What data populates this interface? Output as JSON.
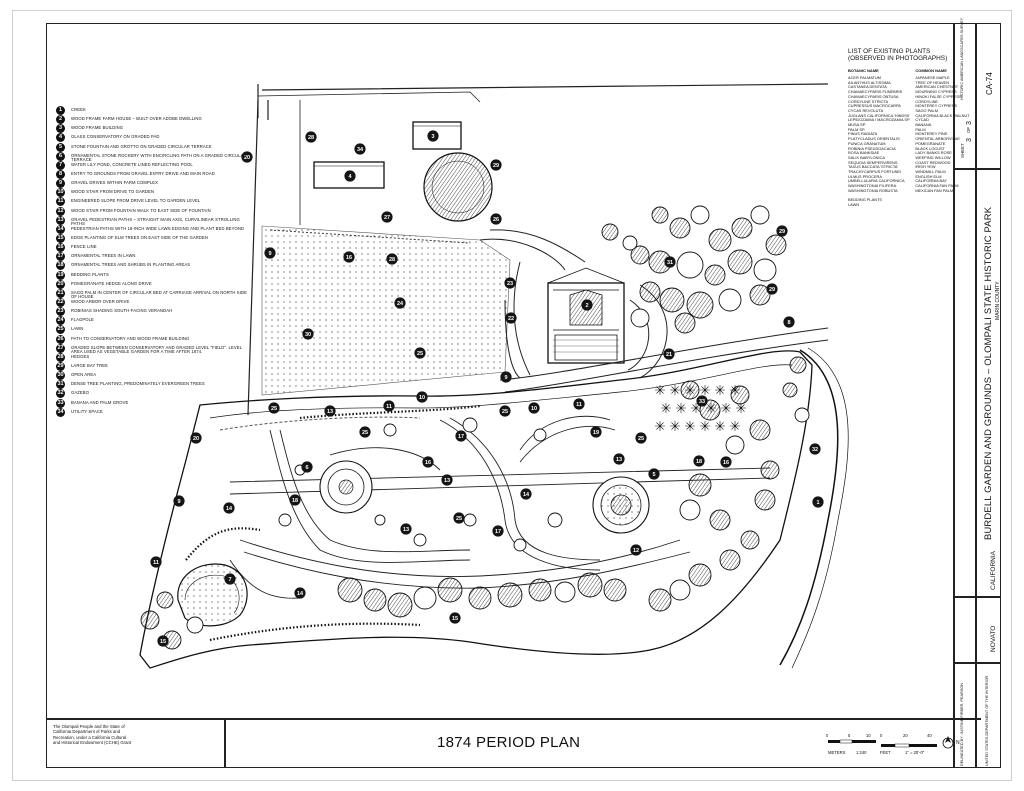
{
  "title": "1874 PERIOD PLAN",
  "credit_text": "The Olompali People and the State of California Department of Parks and Recreation, under a California Cultural and Historical Endowment (CCHE) Grant",
  "legend": [
    {
      "n": "1",
      "t": "CREEK"
    },
    {
      "n": "2",
      "t": "WOOD FRAME FARM HOUSE – BUILT OVER ADOBE DWELLING"
    },
    {
      "n": "3",
      "t": "WOOD FRAME BUILDING"
    },
    {
      "n": "4",
      "t": "GLASS CONSERVATORY ON GRADED PAD"
    },
    {
      "n": "5",
      "t": "STONE FOUNTAIN AND GROTTO ON GRADED CIRCULAR TERRACE"
    },
    {
      "n": "6",
      "t": "ORNAMENTAL STONE ROCKERY WITH ENCIRCLING PATH ON A GRADED CIRCULAR TERRACE"
    },
    {
      "n": "7",
      "t": "WATER LILY POND, CONCRETE LINED REFLECTING POOL"
    },
    {
      "n": "8",
      "t": "ENTRY TO GROUNDS FROM GRAVEL ENTRY DRIVE AND MAIN ROAD"
    },
    {
      "n": "9",
      "t": "GRAVEL DRIVES WITHIN FARM COMPLEX"
    },
    {
      "n": "10",
      "t": "WOOD STAIR FROM DRIVE TO GARDEN"
    },
    {
      "n": "11",
      "t": "ENGINEERED SLOPE FROM DRIVE LEVEL TO GARDEN LEVEL"
    },
    {
      "n": "12",
      "t": "WOOD STAIR FROM FOUNTAIN WALK TO EAST SIDE OF FOUNTAIN"
    },
    {
      "n": "13",
      "t": "GRAVEL PEDESTRIAN PATHS – STRAIGHT MAIN AXIS, CURVILINEAR STROLLING PATHS"
    },
    {
      "n": "14",
      "t": "PEDESTRIAN PATHS WITH 18-INCH WIDE LAWN EDGING AND PLANT BED BEYOND"
    },
    {
      "n": "15",
      "t": "EDGE PLANTING OF ELM TREES ON EAST SIDE OF THE GARDEN"
    },
    {
      "n": "16",
      "t": "FENCE LINE"
    },
    {
      "n": "17",
      "t": "ORNAMENTAL TREES IN LAWN"
    },
    {
      "n": "18",
      "t": "ORNAMENTAL TREES AND SHRUBS IN PLANTING AREAS"
    },
    {
      "n": "19",
      "t": "BEDDING PLANTS"
    },
    {
      "n": "20",
      "t": "POMEGRANATE HEDGE ALONG DRIVE"
    },
    {
      "n": "21",
      "t": "SAGO PALM IN CENTER OF CIRCULAR BED AT CARRIAGE ARRIVAL ON NORTH SIDE OF HOUSE"
    },
    {
      "n": "22",
      "t": "WOOD ARBOR OVER DRIVE"
    },
    {
      "n": "23",
      "t": "ROBINIAS SHADING SOUTH-FACING VERANDAH"
    },
    {
      "n": "24",
      "t": "FLAGPOLE"
    },
    {
      "n": "25",
      "t": "LAWN"
    },
    {
      "n": "26",
      "t": "PATH TO CONSERVATORY AND WOOD FRAME BUILDING"
    },
    {
      "n": "27",
      "t": "GRADED SLOPE BETWEEN CONSERVATORY AND GRADED LEVEL \"FIELD\". LEVEL AREA USED AS VEGETABLE GARDEN FOR A TIME AFTER 1874."
    },
    {
      "n": "28",
      "t": "HEDGES"
    },
    {
      "n": "29",
      "t": "LARGE BAY TREE"
    },
    {
      "n": "30",
      "t": "OPEN AREA"
    },
    {
      "n": "31",
      "t": "DENSE TREE PLANTING, PREDOMINATELY EVERGREEN TREES"
    },
    {
      "n": "32",
      "t": "GAZEBO"
    },
    {
      "n": "33",
      "t": "BANANA AND PALM GROVE"
    },
    {
      "n": "34",
      "t": "UTILITY SPACE"
    }
  ],
  "plant_list": {
    "title_line1": "LIST OF EXISTING PLANTS",
    "title_line2": "(OBSERVED IN PHOTOGRAPHS)",
    "col1_head": "BOTANIC NAME",
    "col2_head": "COMMON NAME",
    "rows": [
      [
        "ACER PALMATUM",
        "JAPANESE MAPLE"
      ],
      [
        "AILANTHUS ALTISSIMA",
        "TREE OF HEAVEN"
      ],
      [
        "CASTANEA DENTATA",
        "AMERICAN CHESTNUT"
      ],
      [
        "CHAMAECYPARIS FUNEBRIS",
        "MOURNING CYPRESS"
      ],
      [
        "CHAMAECYPARIS OBTUSA",
        "HINOKI FALSE CYPRESS"
      ],
      [
        "CORDYLINE STRICTA",
        "CORDYLINE"
      ],
      [
        "CUPRESSUS MACROCARPA",
        "MONTEREY CYPRESS"
      ],
      [
        "CYCAS REVOLUTA",
        "SAGO PALM"
      ],
      [
        "JUGLANS CALIFORNICA 'HINDSII'",
        "CALIFORNIA BLACK WALNUT"
      ],
      [
        "LEPIDOZAMIA / MACROZAMIA SP.",
        "CYCAD"
      ],
      [
        "MUSA SP.",
        "BANANA"
      ],
      [
        "PALM SP.",
        "PALM"
      ],
      [
        "PINUS RADIATA",
        "MONTEREY PINE"
      ],
      [
        "PLATYCLADUS ORIENTALIS",
        "ORIENTAL ARBORVITAE"
      ],
      [
        "PUNICA GRANATUM",
        "POMEGRANATE"
      ],
      [
        "ROBINIA PSEUDOACACIA",
        "BLACK LOCUST"
      ],
      [
        "ROSA BANKSIAE",
        "LADY BANKS ROSE"
      ],
      [
        "SALIX BABYLONICA",
        "WEEPING WILLOW"
      ],
      [
        "SEQUOIA SEMPERVIRENS",
        "COAST REDWOOD"
      ],
      [
        "TAXUS BACCATA 'STRICTA'",
        "IRISH YEW"
      ],
      [
        "TRACHYCARPUS FORTUNEI",
        "WINDMILL PALM"
      ],
      [
        "ULMUS PROCERA",
        "ENGLISH ELM"
      ],
      [
        "UMBELLULARIA CALIFORNICA",
        "CALIFORNIA BAY"
      ],
      [
        "WASHINGTONIA FILIFERA",
        "CALIFORNIA FAN PALM"
      ],
      [
        "WASHINGTONIA ROBUSTA",
        "MEXICAN FAN PALM"
      ],
      [
        "",
        ""
      ],
      [
        "BEDDING PLANTS",
        ""
      ],
      [
        "LAWN",
        ""
      ]
    ]
  },
  "title_block": {
    "main": "BURDELL GARDEN AND GROUNDS – OLOMPALI STATE HISTORIC PARK",
    "sub": "MARIN COUNTY",
    "state": "CALIFORNIA",
    "city": "NOVATO",
    "sheet_label": "SHEET",
    "sheet_num": "3",
    "sheet_of": "OF",
    "sheet_total": "3",
    "survey_code": "CA-74",
    "survey_name": "HISTORIC AMERICAN LANDSCAPES SURVEY",
    "delineated": "DELINEATED BY: JUSTINE FIRBER, PEARSON",
    "agency": "UNITED STATES DEPARTMENT OF THE INTERIOR"
  },
  "scale": {
    "ticks": [
      "0",
      "5",
      "10",
      "0",
      "20",
      "40"
    ],
    "units": [
      "METERS",
      "1:240",
      "FEET",
      "1\" = 20'-0\""
    ],
    "north": "N"
  },
  "colors": {
    "ink": "#111111",
    "paper": "#ffffff",
    "frame": "#cfcfcf"
  }
}
